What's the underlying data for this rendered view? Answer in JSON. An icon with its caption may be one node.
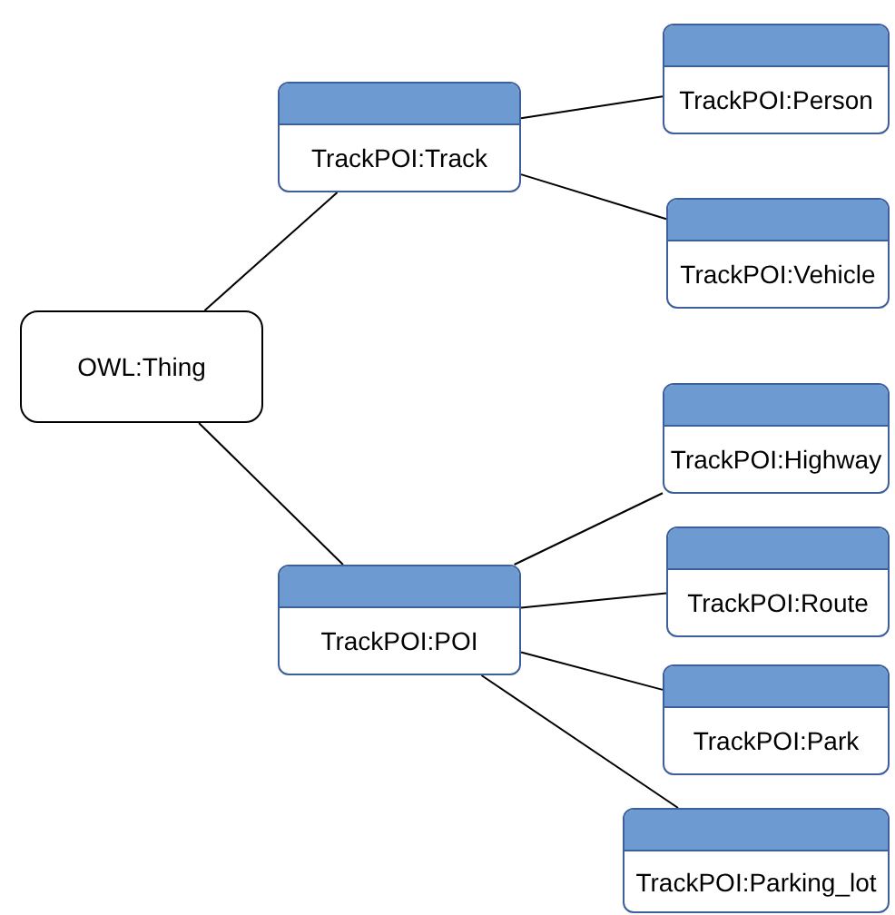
{
  "diagram": {
    "nodes": [
      {
        "text": [
          "OWL:Thing"
        ]
      },
      {
        "text": [
          "TrackPOI:Track"
        ]
      },
      {
        "text": [
          "TrackPOI:Person"
        ]
      },
      {
        "text": [
          "TrackPOI:Vehicle"
        ]
      },
      {
        "text": [
          "TrackPOI:POI"
        ]
      },
      {
        "text": [
          "TrackPOI:Highway"
        ]
      },
      {
        "text": [
          "TrackPOI:Route"
        ]
      },
      {
        "text": [
          "TrackPOI:Park"
        ]
      },
      {
        "text": [
          "TrackPOI:Parking_lot"
        ]
      }
    ],
    "edges": [
      {
        "from": 0,
        "to": 1,
        "arrow": "none"
      },
      {
        "from": 0,
        "to": 4,
        "arrow": "none"
      },
      {
        "from": 1,
        "to": 2,
        "arrow": "none"
      },
      {
        "from": 1,
        "to": 3,
        "arrow": "none"
      },
      {
        "from": 4,
        "to": 5,
        "arrow": "none"
      },
      {
        "from": 4,
        "to": 6,
        "arrow": "none"
      },
      {
        "from": 4,
        "to": 7,
        "arrow": "none"
      },
      {
        "from": 4,
        "to": 8,
        "arrow": "none"
      }
    ]
  }
}
